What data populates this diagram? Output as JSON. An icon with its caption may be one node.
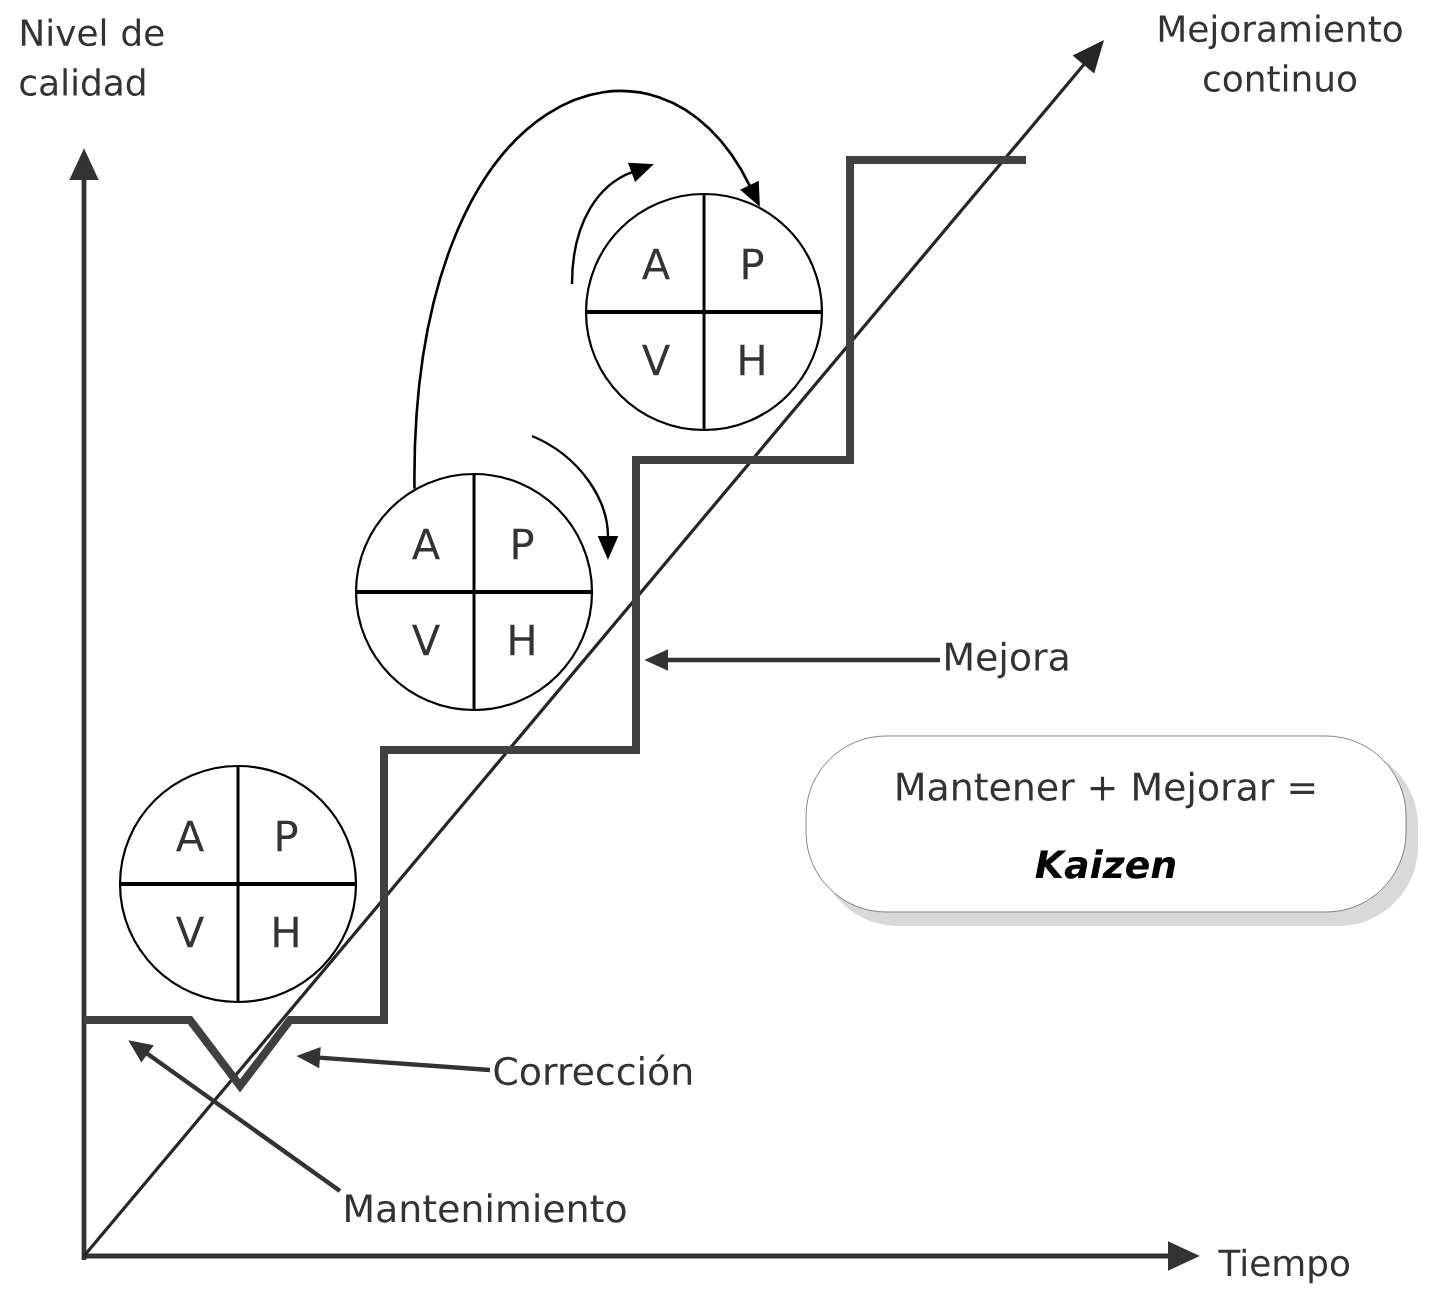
{
  "diagram": {
    "nodes": [
      {
        "text": [
          "A",
          "P",
          "V",
          "H"
        ]
      },
      {
        "text": [
          "A",
          "P",
          "V",
          "H"
        ]
      },
      {
        "text": [
          "A",
          "P",
          "V",
          "H"
        ]
      },
      {
        "text": [
          "Mejora"
        ]
      },
      {
        "text": [
          "Corrección"
        ]
      },
      {
        "text": [
          "Mantenimiento"
        ]
      },
      {
        "text": [
          "Mantener + Mejorar =",
          "Kaizen"
        ]
      }
    ],
    "edges": [
      {
        "from": 1,
        "to": 2,
        "arrow": "to"
      },
      {
        "from": 3,
        "to": null,
        "arrow": "to"
      },
      {
        "from": 4,
        "to": null,
        "arrow": "to"
      },
      {
        "from": 5,
        "to": null,
        "arrow": "to"
      }
    ],
    "labels": [
      "Nivel de calidad",
      "Mejoramiento continuo",
      "Tiempo"
    ]
  }
}
